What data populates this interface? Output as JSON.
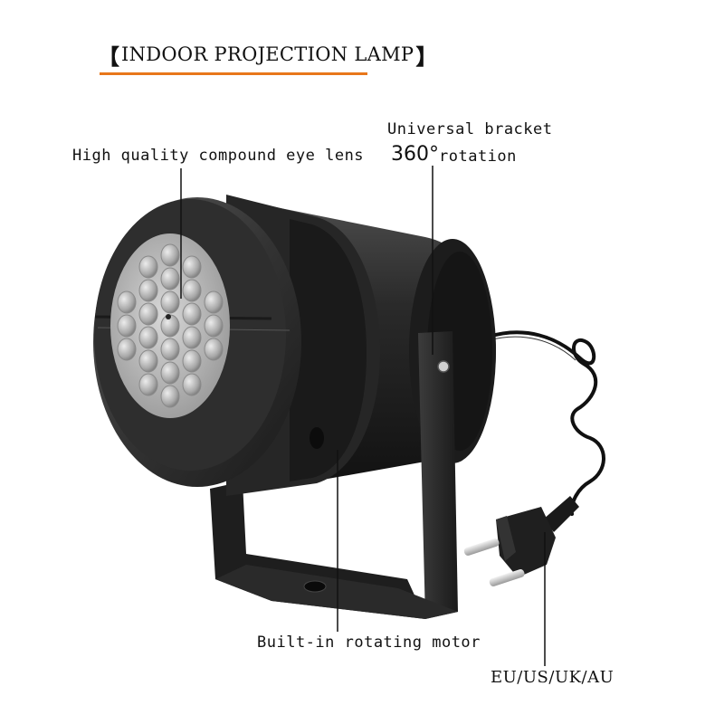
{
  "title": "INDOOR PROJECTION LAMP",
  "title_brackets": {
    "left": "【",
    "right": "】"
  },
  "accent_color": "#e8771a",
  "callouts": {
    "lens": "High quality compound eye lens",
    "bracket_line1": "Universal bracket",
    "bracket_degrees": "360°",
    "bracket_rotation": "rotation",
    "motor": "Built-in rotating motor",
    "plug": "EU/US/UK/AU"
  },
  "product_image": {
    "subject": "black-lamp-with-cord-and-plug",
    "icons": [
      "compound-lens-icon",
      "bracket-icon",
      "plug-icon"
    ]
  }
}
